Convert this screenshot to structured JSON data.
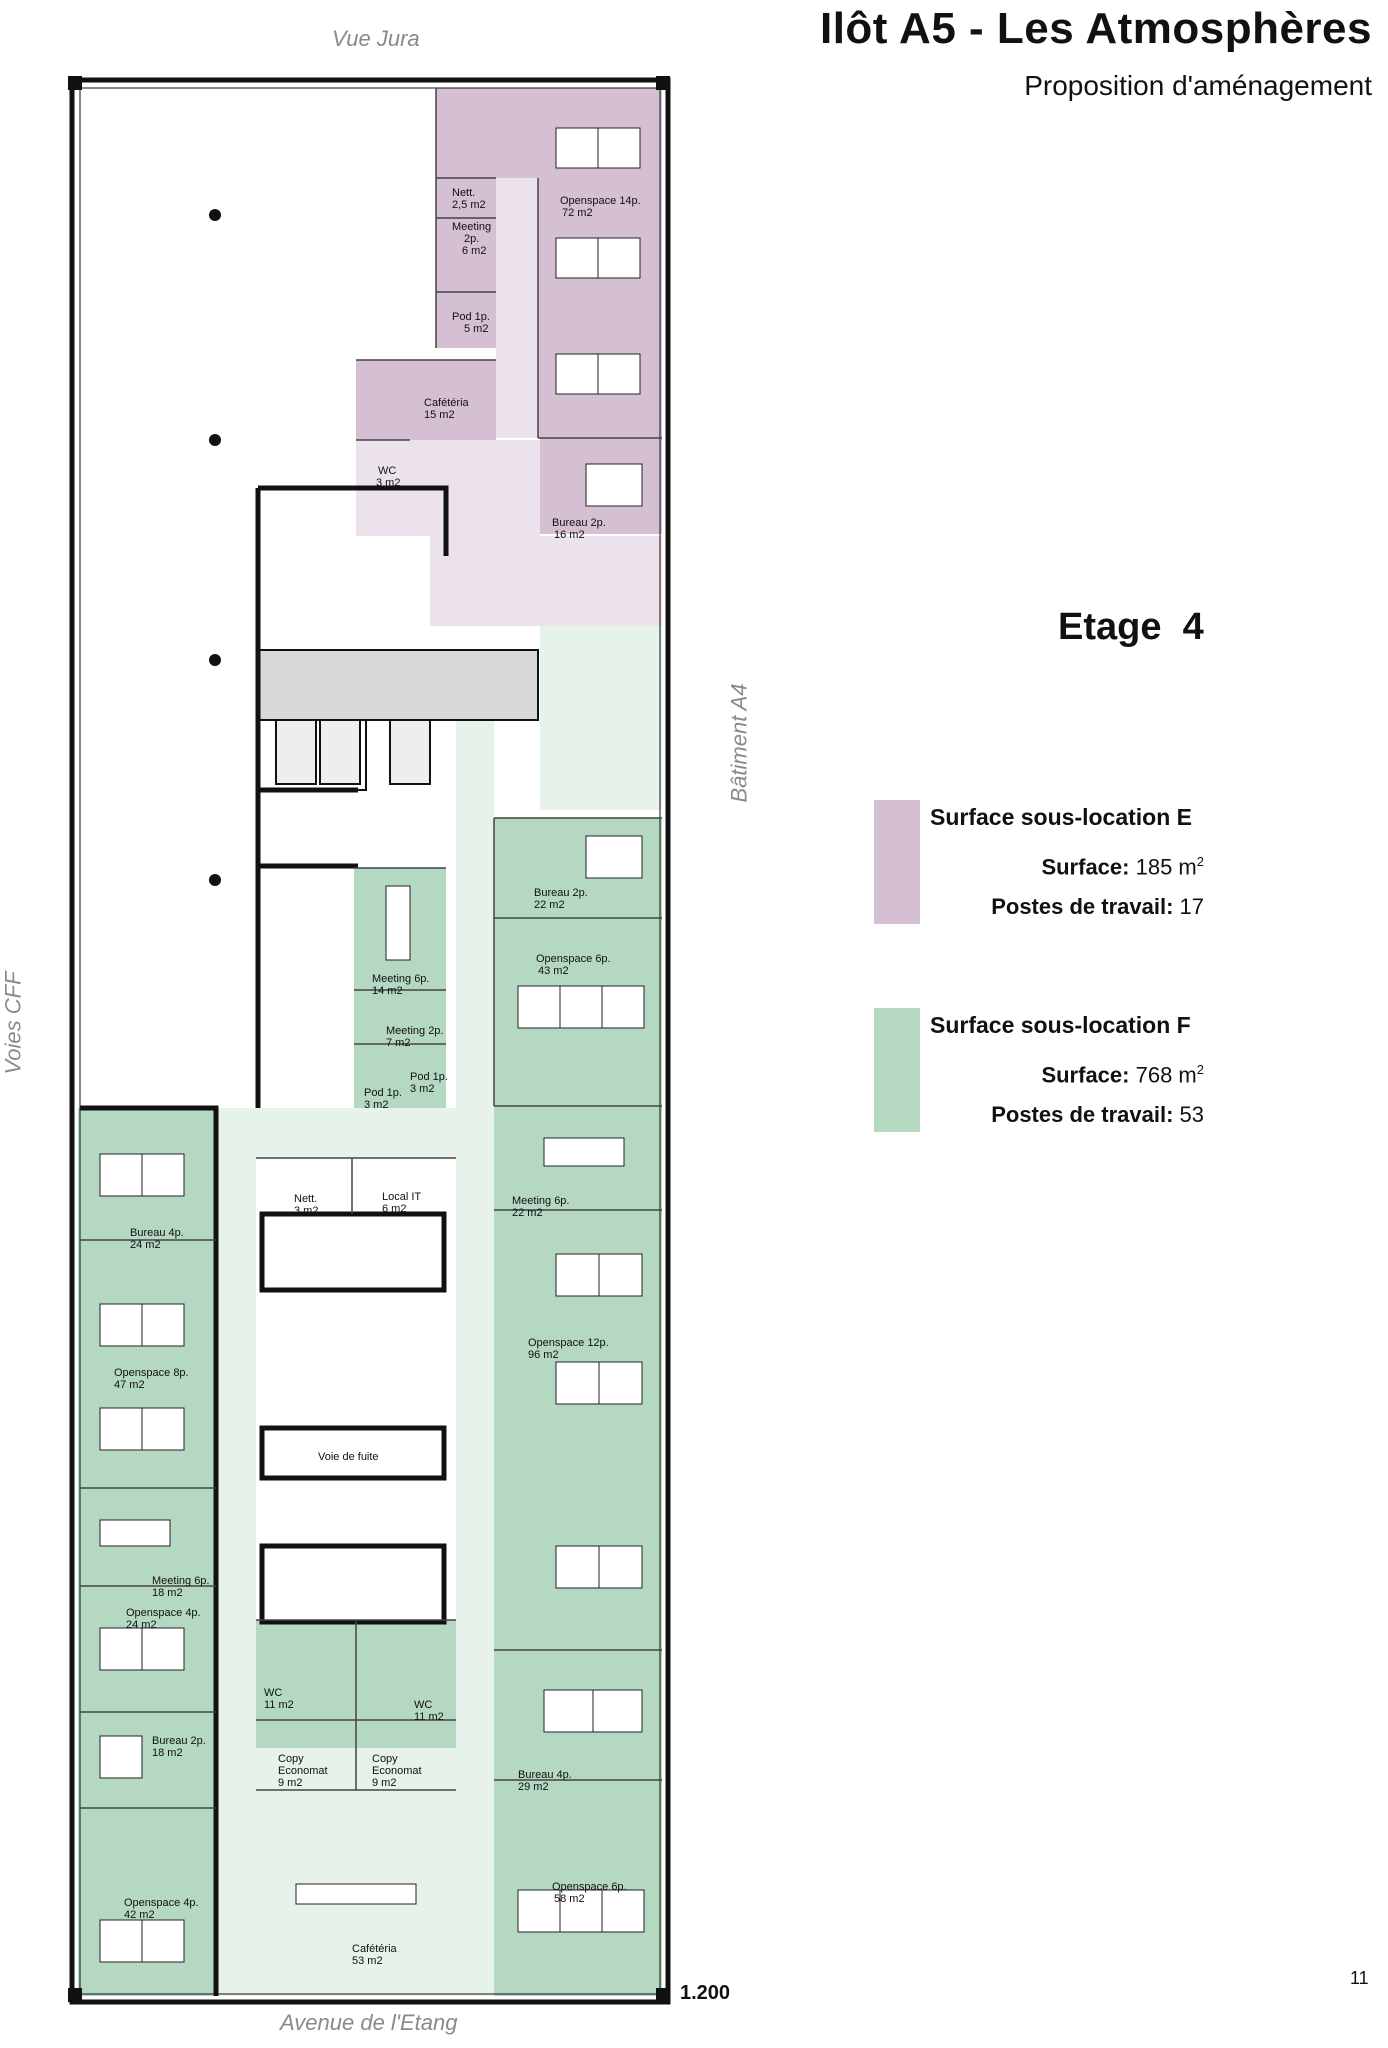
{
  "header": {
    "title": "Ilôt A5 - Les Atmosphères",
    "subtitle": "Proposition d'aménagement"
  },
  "floor": {
    "label": "Etage  4"
  },
  "surroundings": {
    "north": "Vue Jura",
    "south": "Avenue de l'Etang",
    "west": "Voies CFF",
    "east": "Bâtiment A4"
  },
  "colors": {
    "zone_e": "#d4bfd3",
    "zone_e_corridor": "#ece2ec",
    "zone_f": "#b4d8c2",
    "zone_f_corridor": "#e6f2ea",
    "wall": "#111111",
    "core": "#d8d8d8"
  },
  "legend": [
    {
      "title": "Surface sous-location E",
      "surface_label": "Surface:",
      "surface_value": "185 m",
      "surface_unit_sup": "2",
      "workstations_label": "Postes de travail:",
      "workstations_value": "17",
      "color": "#d4bfd3"
    },
    {
      "title": "Surface sous-location F",
      "surface_label": "Surface:",
      "surface_value": "768 m",
      "surface_unit_sup": "2",
      "workstations_label": "Postes de travail:",
      "workstations_value": "53",
      "color": "#b4d8c2"
    }
  ],
  "rooms": [
    {
      "lines": [
        "Nett.",
        "2,5 m2"
      ]
    },
    {
      "lines": [
        "Meeting",
        "2p.",
        "6 m2"
      ]
    },
    {
      "lines": [
        "Openspace 14p.",
        "72 m2"
      ]
    },
    {
      "lines": [
        "Pod 1p.",
        "5 m2"
      ]
    },
    {
      "lines": [
        "Cafétéria",
        "15 m2"
      ]
    },
    {
      "lines": [
        "WC",
        "3 m2"
      ]
    },
    {
      "lines": [
        "Bureau 2p.",
        "16 m2"
      ]
    },
    {
      "lines": [
        "Bureau 2p.",
        "22 m2"
      ]
    },
    {
      "lines": [
        "Openspace 6p.",
        "43 m2"
      ]
    },
    {
      "lines": [
        "Meeting 6p.",
        "14 m2"
      ]
    },
    {
      "lines": [
        "Meeting 2p.",
        "7 m2"
      ]
    },
    {
      "lines": [
        "Pod 1p.",
        "3 m2"
      ]
    },
    {
      "lines": [
        "Pod 1p.",
        "3 m2"
      ]
    },
    {
      "lines": [
        "Bureau 4p.",
        "24 m2"
      ]
    },
    {
      "lines": [
        "Nett.",
        "3 m2"
      ]
    },
    {
      "lines": [
        "Local IT",
        "6 m2"
      ]
    },
    {
      "lines": [
        "Meeting 6p.",
        "22 m2"
      ]
    },
    {
      "lines": [
        "Openspace 8p.",
        "47 m2"
      ]
    },
    {
      "lines": [
        "Openspace 12p.",
        "96 m2"
      ]
    },
    {
      "lines": [
        "Voie de fuite"
      ]
    },
    {
      "lines": [
        "Meeting 6p.",
        "18 m2"
      ]
    },
    {
      "lines": [
        "Openspace 4p.",
        "24 m2"
      ]
    },
    {
      "lines": [
        "WC",
        "11 m2"
      ]
    },
    {
      "lines": [
        "WC",
        "11 m2"
      ]
    },
    {
      "lines": [
        "Bureau 2p.",
        "18 m2"
      ]
    },
    {
      "lines": [
        "Copy",
        "Economat",
        "9 m2"
      ]
    },
    {
      "lines": [
        "Copy",
        "Economat",
        "9 m2"
      ]
    },
    {
      "lines": [
        "Bureau 4p.",
        "29 m2"
      ]
    },
    {
      "lines": [
        "Openspace 6p.",
        "58 m2"
      ]
    },
    {
      "lines": [
        "Openspace 4p.",
        "42 m2"
      ]
    },
    {
      "lines": [
        "Cafétéria",
        "53 m2"
      ]
    }
  ],
  "footer": {
    "scale": "1.200",
    "page_number": "11"
  }
}
